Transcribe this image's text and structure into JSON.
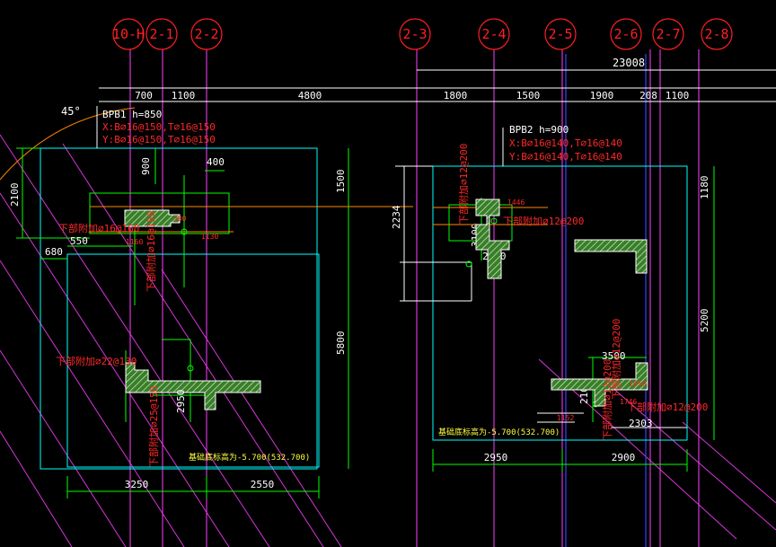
{
  "axes": [
    "10-H",
    "2-1",
    "2-2",
    "2-3",
    "2-4",
    "2-5",
    "2-6",
    "2-7",
    "2-8"
  ],
  "top_dims": {
    "total": "23008",
    "segments": [
      "700",
      "1100",
      "4800",
      "1800",
      "1500",
      "1900",
      "208",
      "1100"
    ]
  },
  "angle": "45°",
  "bpb1": {
    "title": "BPB1 h=850",
    "x_rebar": "X:B⌀16@150,T⌀16@150",
    "y_rebar": "Y:B⌀16@150,T⌀16@150",
    "dims": [
      "2100",
      "900",
      "400",
      "1500",
      "550",
      "680",
      "5800",
      "2950",
      "3250",
      "2550"
    ],
    "notes": [
      "下部附加⌀16@160",
      "下部附加⌀16@150",
      "下部附加⌀22@130",
      "下部附加⌀25@150"
    ],
    "elevation": "基础底标高为-5.700(532.700)",
    "small": [
      "300",
      "1160",
      "1130"
    ]
  },
  "bpb2": {
    "title": "BPB2 h=900",
    "x_rebar": "X:B⌀16@140,T⌀16@140",
    "y_rebar": "Y:B⌀16@140,T⌀16@140",
    "dims": [
      "2234",
      "3100",
      "2650",
      "1180",
      "5200",
      "3500",
      "2100",
      "2303",
      "2950",
      "2900"
    ],
    "notes": [
      "下部附加⌀12@200",
      "下部附加⌀12@200",
      "下部附加⌀12@200",
      "下部附加⌀12@200",
      "下部附加⌀12@200"
    ],
    "elevation": "基础底标高为-5.700(532.700)",
    "small": [
      "1446",
      "1050",
      "1746",
      "1152"
    ]
  }
}
